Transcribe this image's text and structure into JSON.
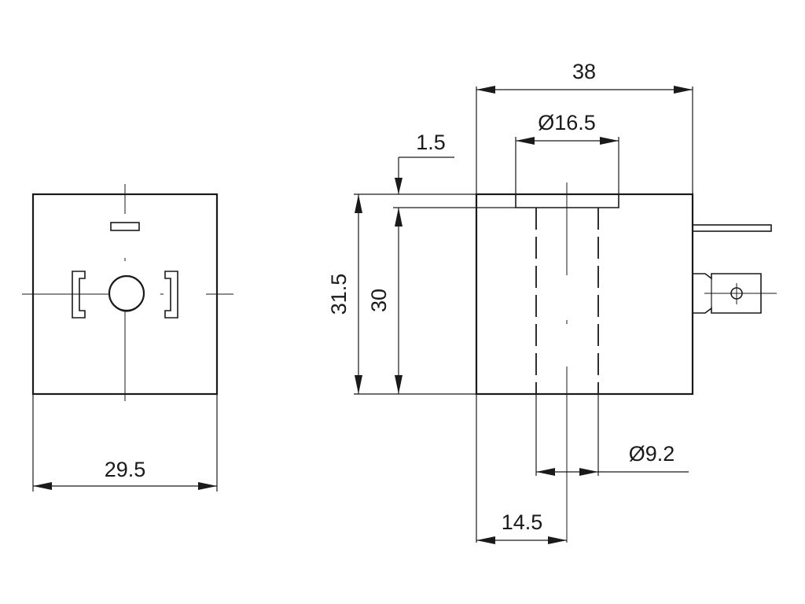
{
  "colors": {
    "ink": "#1a1a1a",
    "background": "#ffffff"
  },
  "dimensions": {
    "front_width": "29.5",
    "overall_height": "31.5",
    "body_height": "30",
    "step": "1.5",
    "overall_length": "38",
    "top_bore": "Ø16.5",
    "inner_bore": "Ø9.2",
    "axis_offset": "14.5"
  }
}
